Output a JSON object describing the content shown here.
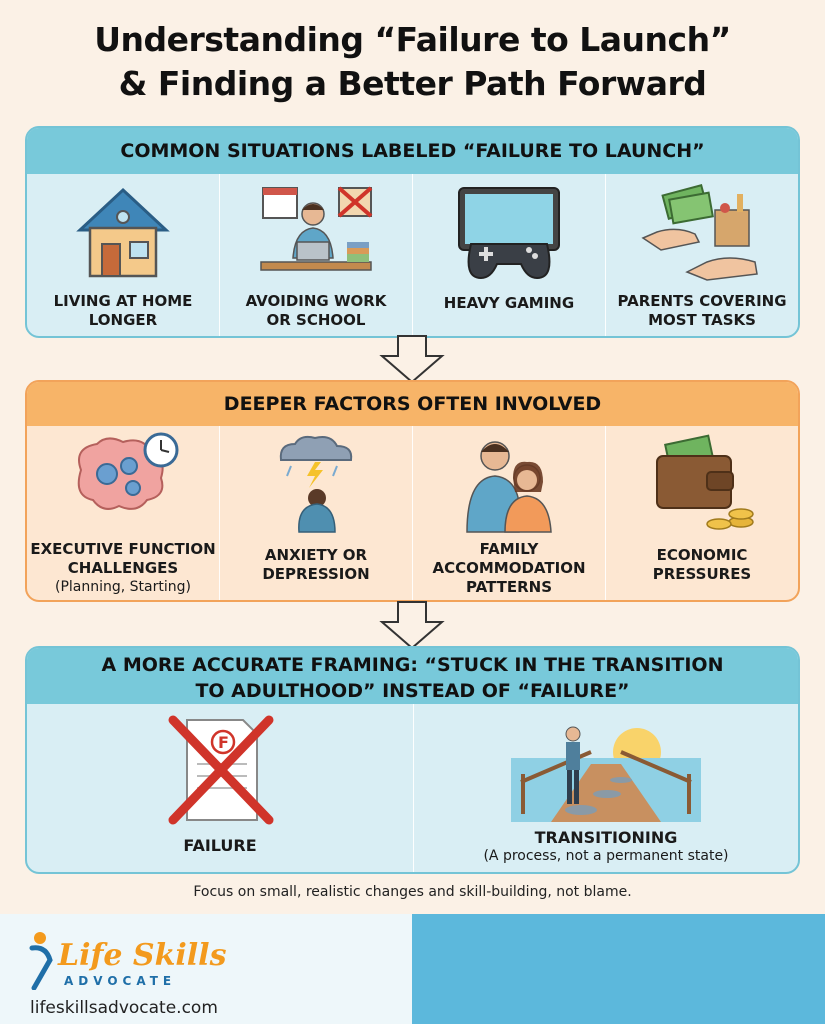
{
  "title": {
    "line1": "Understanding “Failure to Launch”",
    "line2": "& Finding a Better Path Forward"
  },
  "section1": {
    "heading": "COMMON SITUATIONS LABELED “FAILURE TO LAUNCH”",
    "items": [
      {
        "line1": "LIVING AT HOME",
        "line2": "LONGER",
        "icon": "house-icon"
      },
      {
        "line1": "AVOIDING WORK",
        "line2": "OR SCHOOL",
        "icon": "person-at-laptop-icon"
      },
      {
        "line1": "HEAVY GAMING",
        "line2": "",
        "icon": "game-controller-icon"
      },
      {
        "line1": "PARENTS COVERING",
        "line2": "MOST TASKS",
        "icon": "hands-money-groceries-icon"
      }
    ]
  },
  "section2": {
    "heading": "DEEPER FACTORS OFTEN INVOLVED",
    "items": [
      {
        "line1": "EXECUTIVE FUNCTION",
        "line2": "CHALLENGES",
        "sub": "(Planning, Starting)",
        "icon": "brain-gears-clock-icon"
      },
      {
        "line1": "ANXIETY OR",
        "line2": "DEPRESSION",
        "icon": "person-under-cloud-icon"
      },
      {
        "line1": "FAMILY",
        "line2": "ACCOMMODATION",
        "line3": "PATTERNS",
        "icon": "family-icon"
      },
      {
        "line1": "ECONOMIC",
        "line2": "PRESSURES",
        "icon": "wallet-coins-icon"
      }
    ]
  },
  "section3": {
    "heading_line1": "A MORE ACCURATE FRAMING: “STUCK IN THE TRANSITION",
    "heading_line2": "TO ADULTHOOD” INSTEAD OF “FAILURE”",
    "left": {
      "label": "FAILURE",
      "icon": "crossed-out-f-paper-icon"
    },
    "right": {
      "label": "TRANSITIONING",
      "sub": "(A process, not a permanent state)",
      "icon": "person-on-bridge-sunrise-icon"
    }
  },
  "note": "Focus on small, realistic changes and skill-building, not blame.",
  "footer": {
    "brand": "Life Skills",
    "brand_sub": "ADVOCATE",
    "website": "lifeskillsadvocate.com"
  }
}
